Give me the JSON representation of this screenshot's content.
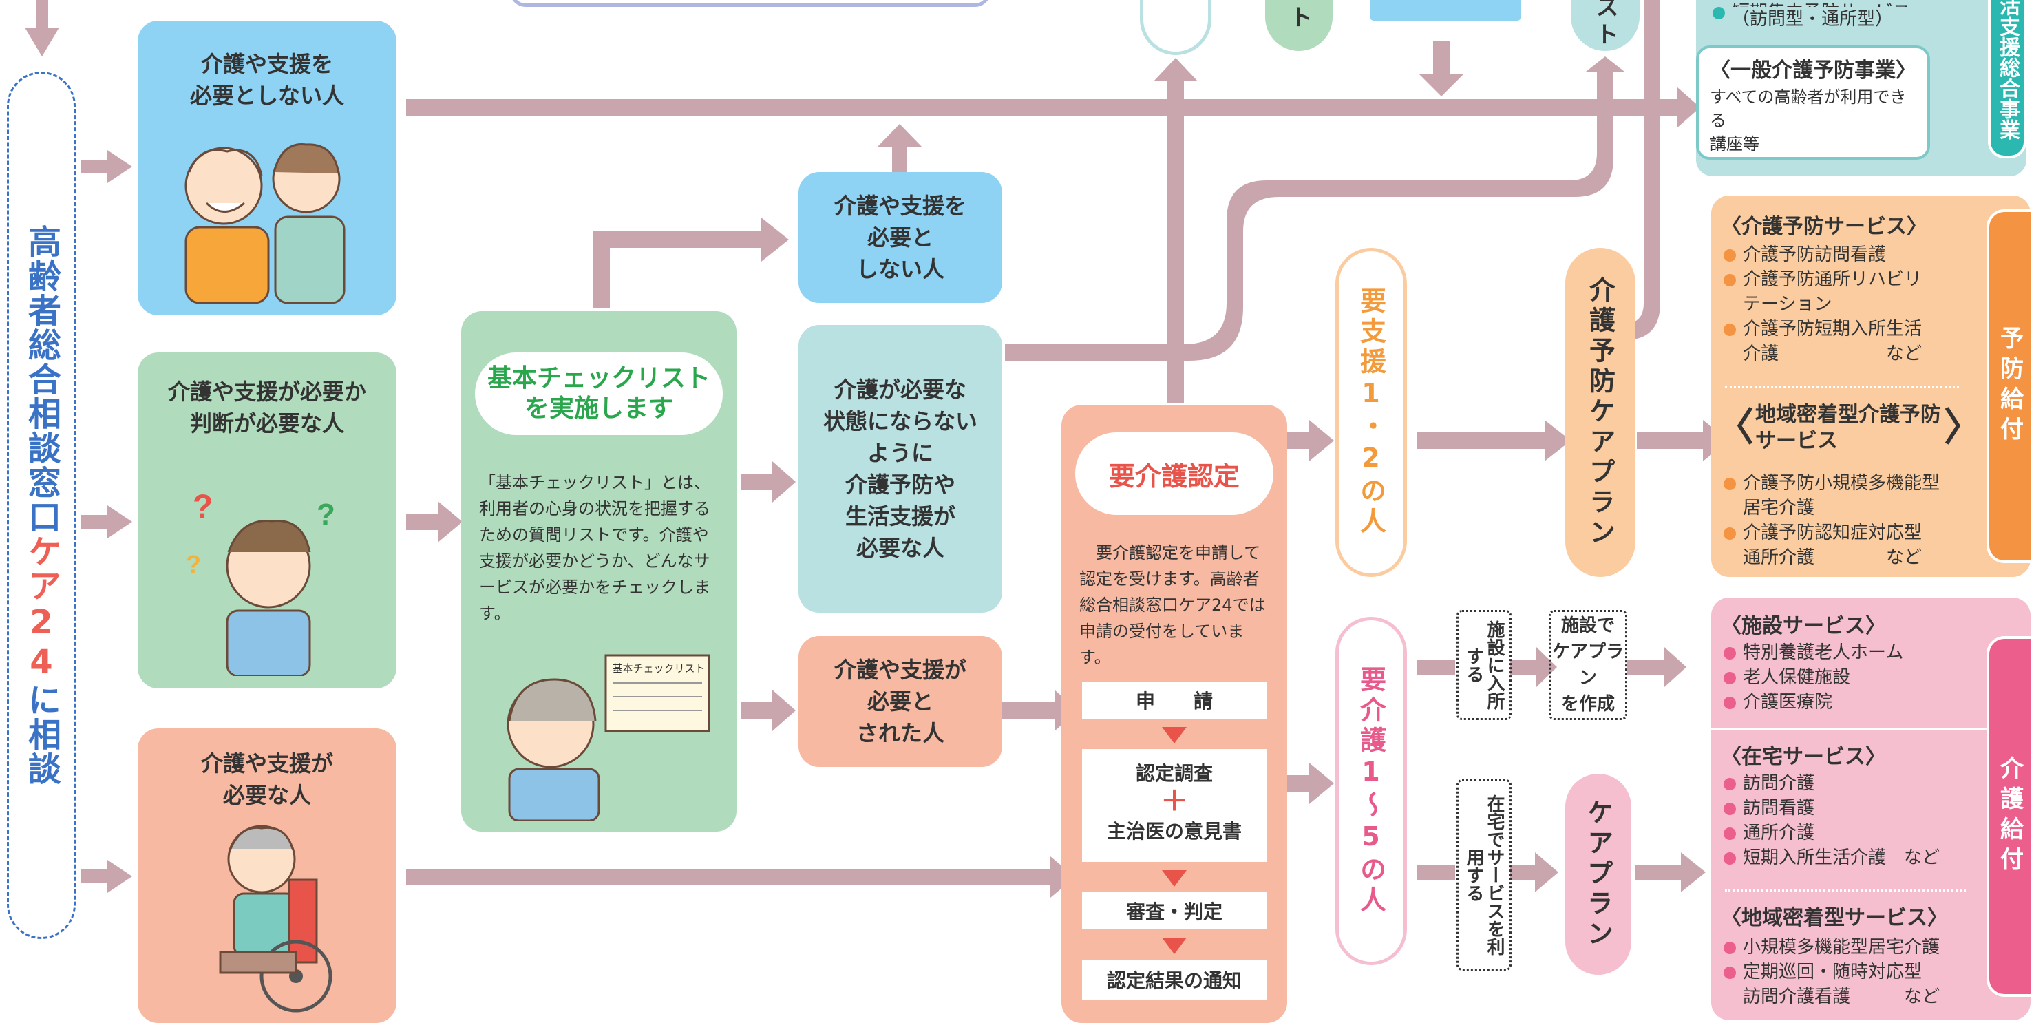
{
  "colors": {
    "arrow": "#c9a6ad",
    "blue": "#8ed3f3",
    "green": "#b1dbbd",
    "salmon": "#f7b9a2",
    "teal": "#b9e1e2",
    "orange": "#fbcca0",
    "pink": "#f6bfd0",
    "title_blue": "#3a73c6",
    "title_red": "#ee5f55",
    "check_green": "#2aa64d",
    "nintei_red": "#e8534a",
    "yosien_orange": "#f39a3b",
    "yokaigo_pink": "#e85a8c",
    "tab_teal": "#2bb8b0",
    "tab_orange": "#f49342",
    "tab_pink": "#ec5f8d"
  },
  "left_panel": {
    "part1": "高齢者総合相談窓口",
    "part2": "ケア24",
    "part3": "に相談"
  },
  "person_boxes": {
    "no_need": [
      "介護や支援を",
      "必要としない人"
    ],
    "judge": [
      "介護や支援が必要か",
      "判断が必要な人"
    ],
    "need": [
      "介護や支援が",
      "必要な人"
    ]
  },
  "checklist": {
    "title": [
      "基本チェックリスト",
      "を実施します"
    ],
    "desc": "「基本チェックリスト」とは、利用者の心身の状況を把握するための質問リストです。介護や支援が必要かどうか、どんなサービスが必要かをチェックします。",
    "paper_label": "基本チェックリスト"
  },
  "middle_boxes": {
    "not_required": [
      "介護や支援を",
      "必要と",
      "しない人"
    ],
    "prevention": [
      "介護が必要な",
      "状態にならない",
      "ように",
      "介護予防や",
      "生活支援が",
      "必要な人"
    ],
    "required": [
      "介護や支援が",
      "必要と",
      "された人"
    ]
  },
  "nintei": {
    "title": "要介護認定",
    "desc": "要介護認定を申請して認定を受けます。高齢者総合相談窓口ケア24では申請の受付をしています。",
    "steps": [
      "申　　請",
      "認定調査",
      "主治医の意見書",
      "審査・判定",
      "認定結果の通知"
    ],
    "plus": "＋"
  },
  "yosien": "要支援1・2の人",
  "yokaigo": "要介護1〜5の人",
  "careplan_prev": "介護予防ケアプラン",
  "careplan": "ケアプラン",
  "shisetsu_enter": "施設に入所する",
  "shisetsu_plan": [
    "施設で",
    "ケアプラン",
    "を作成"
  ],
  "zaitaku": "在宅でサービスを利用する",
  "top_partial": {
    "left_vert": "ト",
    "right_vert": "リスト",
    "item_line1": "短期集中予防サービス",
    "item_line2": "（訪問型・通所型）"
  },
  "general": {
    "title": "〈一般介護予防事業〉",
    "desc": [
      "すべての高齢者が利用できる",
      "講座等"
    ]
  },
  "tab_sogo": "活支援総合事業",
  "yobo": {
    "tab": "予防給付",
    "sec1_title": "〈介護予防サービス〉",
    "sec1_items": [
      [
        "介護予防訪問看護"
      ],
      [
        "介護予防通所リハビリ",
        "テーション"
      ],
      [
        "介護予防短期入所生活",
        "介護　　　　　　など"
      ]
    ],
    "sec2_title": [
      "地域密着型介護予防",
      "サービス"
    ],
    "sec2_items": [
      [
        "介護予防小規模多機能型",
        "居宅介護"
      ],
      [
        "介護予防認知症対応型",
        "通所介護　　　　など"
      ]
    ]
  },
  "kaigo": {
    "tab": "介護給付",
    "sec1_title": "〈施設サービス〉",
    "sec1_items": [
      "特別養護老人ホーム",
      "老人保健施設",
      "介護医療院"
    ],
    "sec2_title": "〈在宅サービス〉",
    "sec2_items": [
      "訪問介護",
      "訪問看護",
      "通所介護",
      "短期入所生活介護　など"
    ],
    "sec3_title": "〈地域密着型サービス〉",
    "sec3_items": [
      [
        "小規模多機能型居宅介護"
      ],
      [
        "定期巡回・随時対応型",
        "訪問介護看護　　　など"
      ]
    ]
  }
}
